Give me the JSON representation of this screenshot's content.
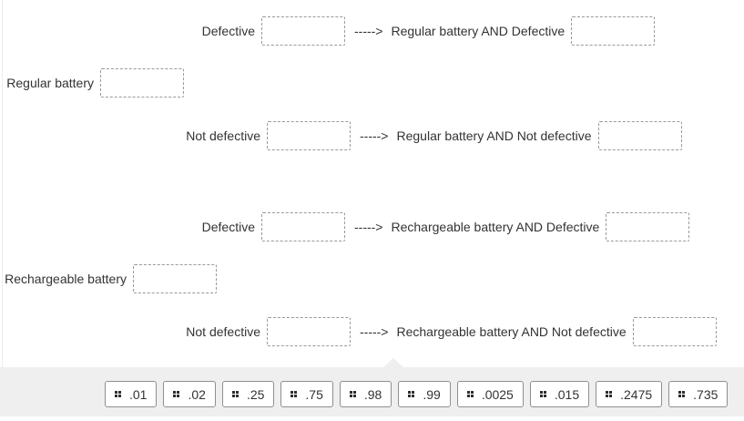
{
  "arrow": "----->",
  "colors": {
    "text": "#333333",
    "dropzone_border": "#999999",
    "tray_background": "#efefef",
    "chip_border": "#8f8f8f",
    "chip_background": "#ffffff"
  },
  "tree": {
    "groups": [
      {
        "parent_label": "Regular battery",
        "branches": [
          {
            "label": "Defective",
            "outcome": "Regular battery AND Defective"
          },
          {
            "label": "Not defective",
            "outcome": "Regular battery AND Not defective"
          }
        ]
      },
      {
        "parent_label": "Rechargeable battery",
        "branches": [
          {
            "label": "Defective",
            "outcome": "Rechargeable battery AND Defective"
          },
          {
            "label": "Not defective",
            "outcome": "Rechargeable battery AND Not defective"
          }
        ]
      }
    ]
  },
  "tray": {
    "chips": [
      ".01",
      ".02",
      ".25",
      ".75",
      ".98",
      ".99",
      ".0025",
      ".015",
      ".2475",
      ".735"
    ]
  }
}
